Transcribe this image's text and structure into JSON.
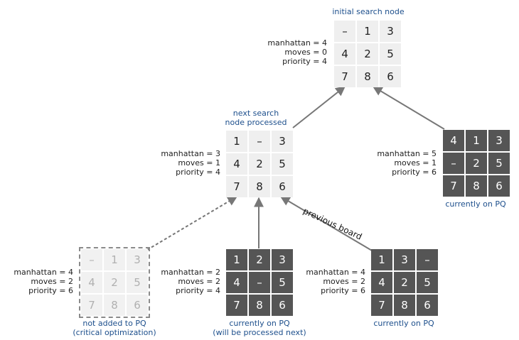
{
  "nodes": {
    "initial": {
      "caption": [
        "initial search node"
      ],
      "stats": [
        "manhattan = 4",
        "moves = 0",
        "priority = 4"
      ],
      "tiles": [
        "–",
        "1",
        "3",
        "4",
        "2",
        "5",
        "7",
        "8",
        "6"
      ]
    },
    "next": {
      "caption": [
        "next search",
        "node processed"
      ],
      "stats": [
        "manhattan = 3",
        "moves = 1",
        "priority = 4"
      ],
      "tiles": [
        "1",
        "–",
        "3",
        "4",
        "2",
        "5",
        "7",
        "8",
        "6"
      ]
    },
    "right_top": {
      "caption": [
        "currently on PQ"
      ],
      "stats": [
        "manhattan = 5",
        "moves = 1",
        "priority = 6"
      ],
      "tiles": [
        "4",
        "1",
        "3",
        "–",
        "2",
        "5",
        "7",
        "8",
        "6"
      ]
    },
    "bottom_left": {
      "caption": [
        "not added to PQ",
        "(critical optimization)"
      ],
      "stats": [
        "manhattan = 4",
        "moves = 2",
        "priority = 6"
      ],
      "tiles": [
        "–",
        "1",
        "3",
        "4",
        "2",
        "5",
        "7",
        "8",
        "6"
      ]
    },
    "bottom_mid": {
      "caption": [
        "currently on PQ",
        "(will be processed next)"
      ],
      "stats": [
        "manhattan = 2",
        "moves = 2",
        "priority = 4"
      ],
      "tiles": [
        "1",
        "2",
        "3",
        "4",
        "–",
        "5",
        "7",
        "8",
        "6"
      ]
    },
    "bottom_right": {
      "caption": [
        "currently on PQ"
      ],
      "stats": [
        "manhattan = 4",
        "moves = 2",
        "priority = 6"
      ],
      "tiles": [
        "1",
        "3",
        "–",
        "4",
        "2",
        "5",
        "7",
        "8",
        "6"
      ]
    }
  },
  "edge_label": "previous board",
  "colors": {
    "caption": "#1d4f8c",
    "dark_tile": "#555555",
    "light_tile": "#efefef",
    "arrow": "#777777"
  }
}
